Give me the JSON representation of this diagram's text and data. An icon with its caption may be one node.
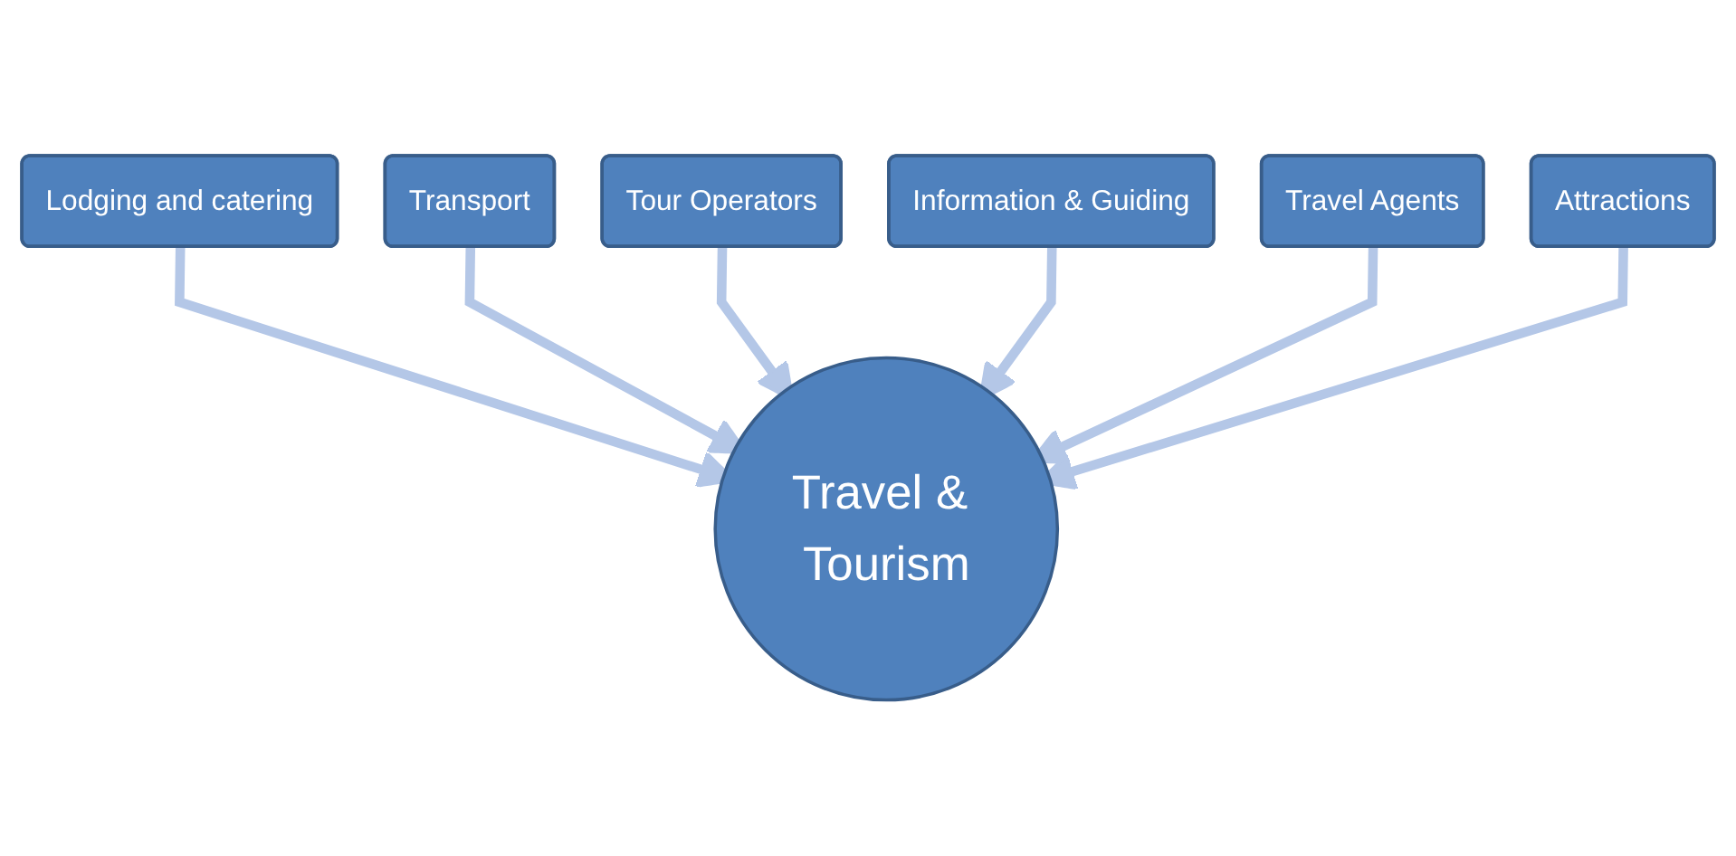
{
  "diagram": {
    "nodes": [
      {
        "text": [
          "Lodging and catering"
        ]
      },
      {
        "text": [
          "Transport"
        ]
      },
      {
        "text": [
          "Tour Operators"
        ]
      },
      {
        "text": [
          "Information & Guiding"
        ]
      },
      {
        "text": [
          "Travel & Tourism"
        ]
      },
      {
        "text": [
          "Travel Agents"
        ]
      },
      {
        "text": [
          "Attractions"
        ]
      }
    ],
    "edges": [
      {
        "from": 0,
        "to": 4,
        "arrow": "to"
      },
      {
        "from": 1,
        "to": 4,
        "arrow": "to"
      },
      {
        "from": 2,
        "to": 4,
        "arrow": "to"
      },
      {
        "from": 3,
        "to": 4,
        "arrow": "to"
      },
      {
        "from": 5,
        "to": 4,
        "arrow": "to"
      },
      {
        "from": 6,
        "to": 4,
        "arrow": "to"
      }
    ]
  }
}
